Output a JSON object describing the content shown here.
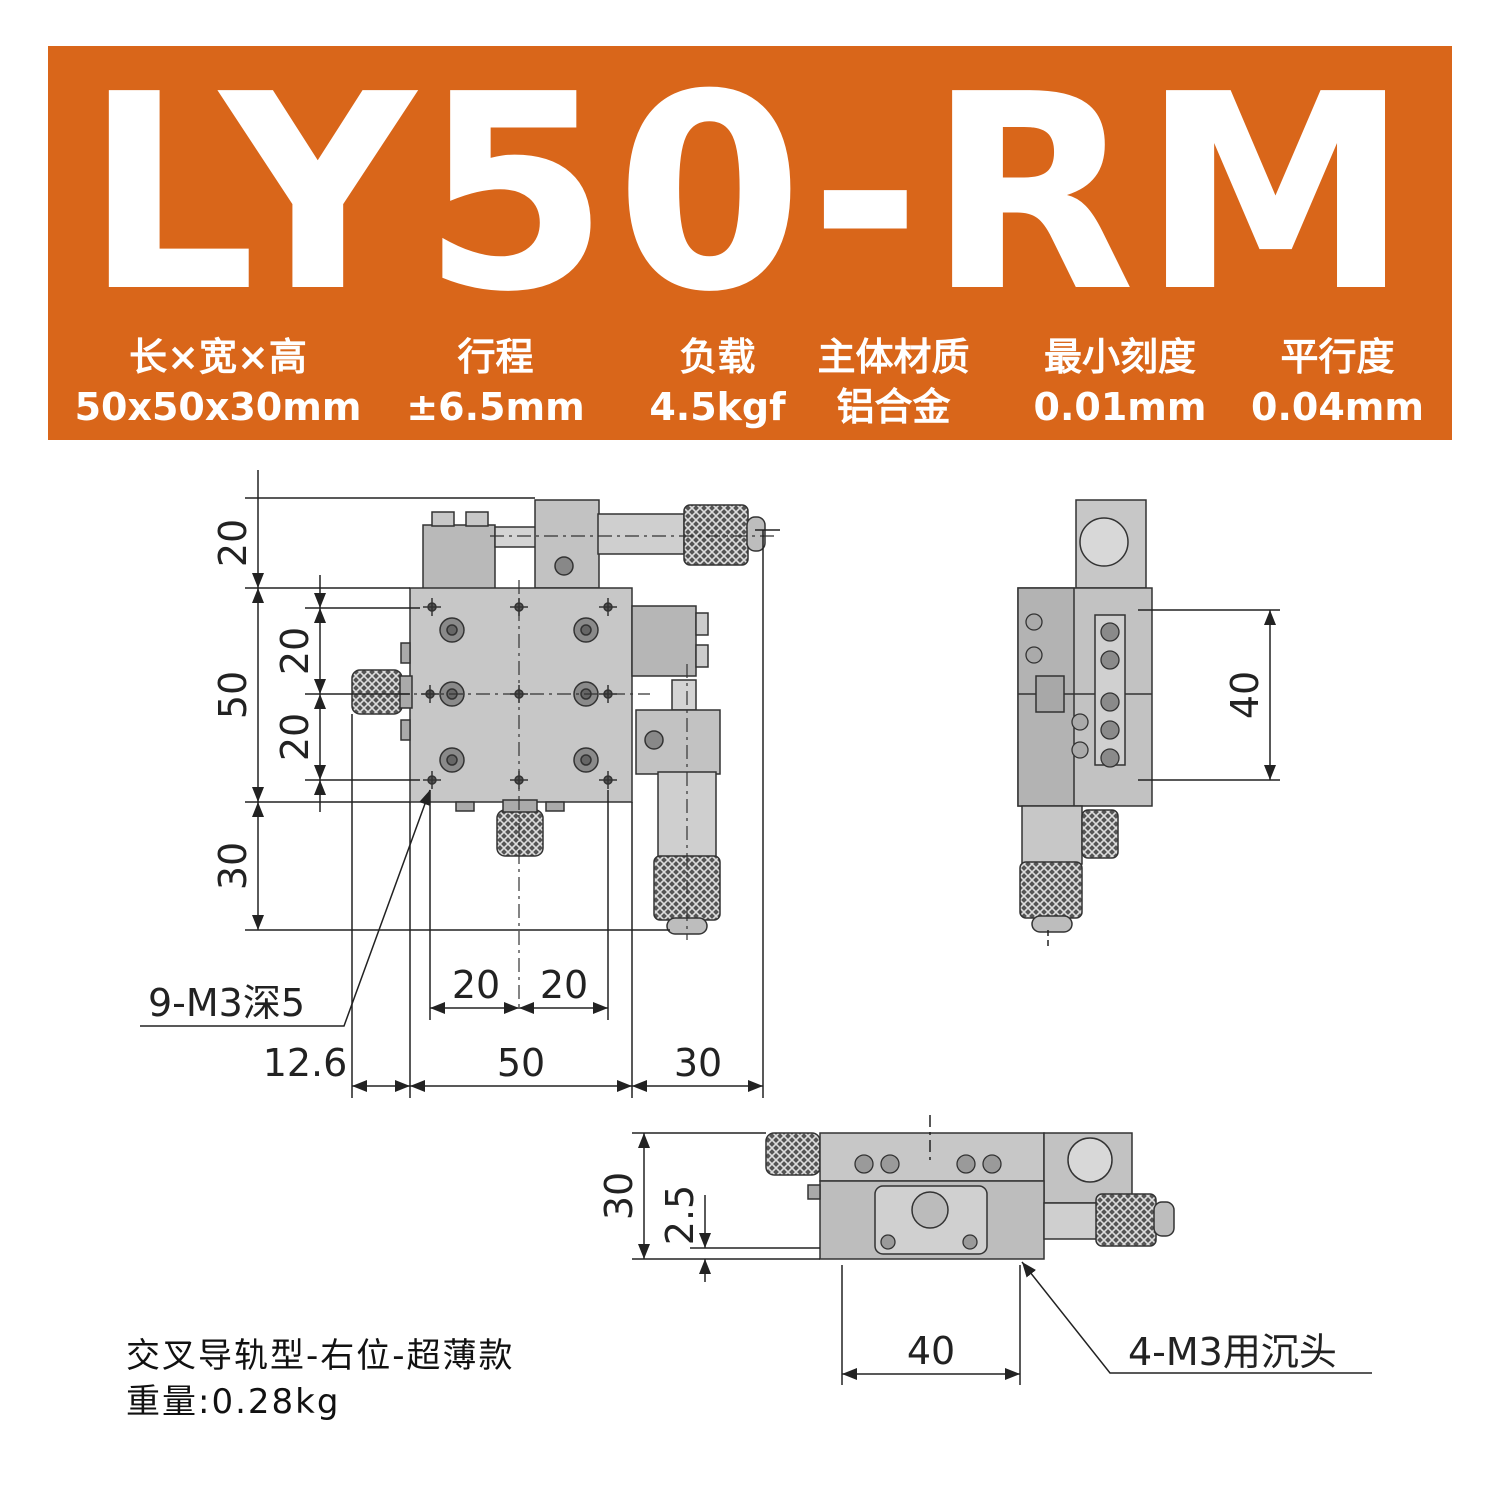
{
  "title": "LY50-RM",
  "specs": [
    {
      "label": "长×宽×高",
      "value": "50x50x30mm"
    },
    {
      "label": "行程",
      "value": "±6.5mm"
    },
    {
      "label": "负载",
      "value": "4.5kgf"
    },
    {
      "label": "主体材质",
      "value": "铝合金"
    },
    {
      "label": "最小刻度",
      "value": "0.01mm"
    },
    {
      "label": "平行度",
      "value": "0.04mm"
    }
  ],
  "dimensions": {
    "top_left_20": "20",
    "left_50": "50",
    "left_inner_20a": "20",
    "left_inner_20b": "20",
    "left_30": "30",
    "bottom_20a": "20",
    "bottom_20b": "20",
    "bottom_12_6": "12.6",
    "bottom_50": "50",
    "bottom_30": "30",
    "side_40": "40",
    "front_30": "30",
    "front_2_5": "2.5",
    "front_40": "40"
  },
  "callouts": {
    "tapped_holes": "9-M3深5",
    "counterbore": "4-M3用沉头"
  },
  "notes": {
    "type": "交叉导轨型-右位-超薄款",
    "weight": "重量:0.28kg"
  }
}
